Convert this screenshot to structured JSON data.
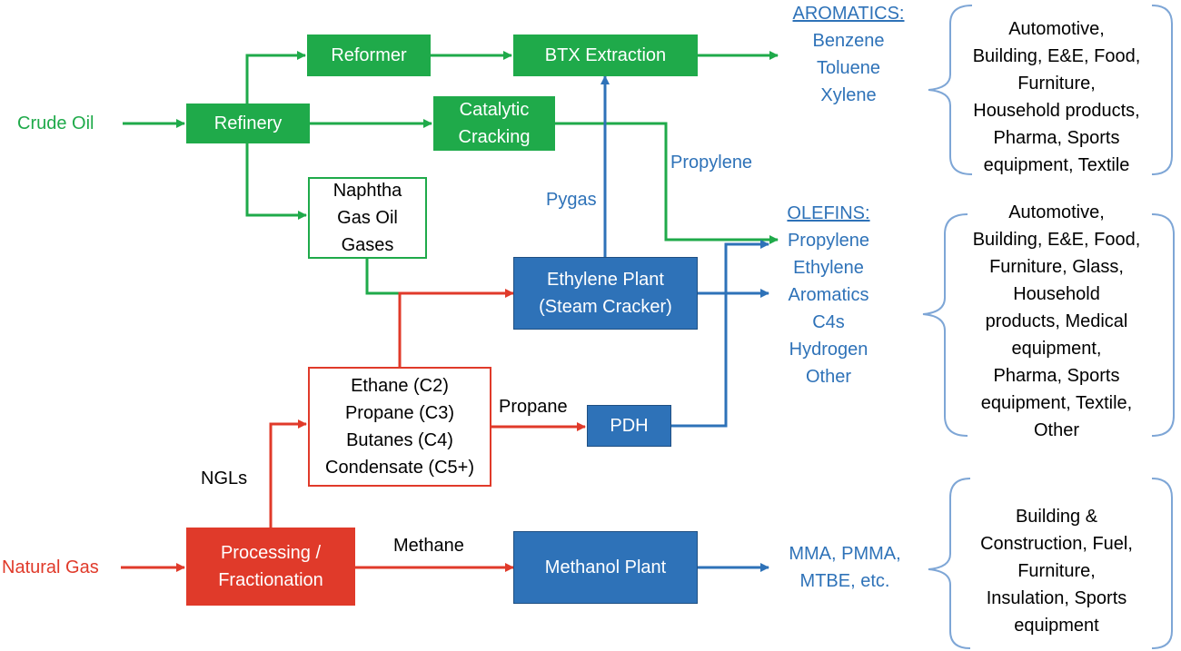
{
  "inputs": {
    "crude_oil": "Crude Oil",
    "natural_gas": "Natural Gas"
  },
  "boxes": {
    "refinery": "Refinery",
    "reformer": "Reformer",
    "btx_extraction": "BTX Extraction",
    "catalytic_cracking": "Catalytic\nCracking",
    "naphtha": "Naphtha\nGas Oil\nGases",
    "ethylene_plant": "Ethylene Plant\n(Steam Cracker)",
    "ngl_components": "Ethane (C2)\nPropane (C3)\nButanes (C4)\nCondensate (C5+)",
    "pdh": "PDH",
    "processing": "Processing /\nFractionation",
    "methanol_plant": "Methanol Plant"
  },
  "flow_labels": {
    "pygas": "Pygas",
    "propylene": "Propylene",
    "propane": "Propane",
    "ngls": "NGLs",
    "methane": "Methane"
  },
  "products": {
    "aromatics_header": "AROMATICS:",
    "aromatics_items": [
      "Benzene",
      "Toluene",
      "Xylene"
    ],
    "olefins_header": "OLEFINS:",
    "olefins_items": [
      "Propylene",
      "Ethylene",
      "Aromatics",
      "C4s",
      "Hydrogen",
      "Other"
    ],
    "methanol_products": [
      "MMA, PMMA,",
      "MTBE, etc."
    ]
  },
  "end_uses": {
    "aromatics": "Automotive,\nBuilding, E&E, Food,\nFurniture,\nHousehold products,\nPharma, Sports\nequipment, Textile",
    "olefins": "Automotive,\nBuilding, E&E, Food,\nFurniture, Glass,\nHousehold\nproducts, Medical\nequipment,\nPharma, Sports\nequipment, Textile,\nOther",
    "methanol": "Building &\nConstruction, Fuel,\nFurniture,\nInsulation, Sports\nequipment"
  },
  "colors": {
    "green": "#1faa4a",
    "red": "#e03a2a",
    "blue": "#2e72b8",
    "brace": "#7ea6d6"
  }
}
